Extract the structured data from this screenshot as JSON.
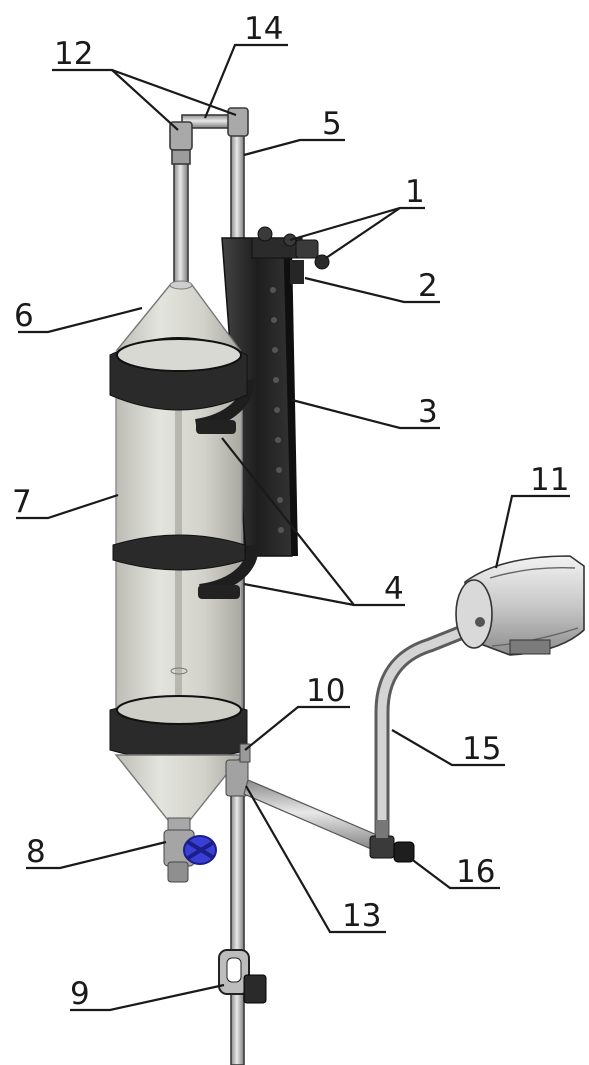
{
  "labels": {
    "l1": "1",
    "l2": "2",
    "l3": "3",
    "l4": "4",
    "l5": "5",
    "l6": "6",
    "l7": "7",
    "l8": "8",
    "l9": "9",
    "l10": "10",
    "l11": "11",
    "l12": "12",
    "l13": "13",
    "l14": "14",
    "l15": "15",
    "l16": "16"
  },
  "colors": {
    "metal": "#bfbfbf",
    "band": "#2e2e2e",
    "valve": "#3a3fd6",
    "vessel": "#d6d6cf"
  }
}
